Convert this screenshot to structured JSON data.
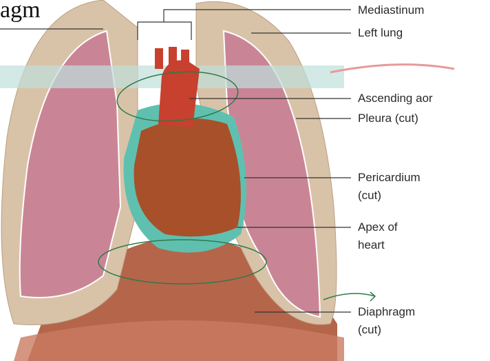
{
  "handwritten_fragment": "agm",
  "labels": {
    "mediastinum": "Mediastinum",
    "left_lung": "Left lung",
    "ascending_aorta": "Ascending aor",
    "pleura": "Pleura (cut)",
    "pericardium_1": "Pericardium",
    "pericardium_2": "(cut)",
    "apex_1": "Apex of",
    "apex_2": "heart",
    "diaphragm_1": "Diaphragm",
    "diaphragm_2": "(cut)"
  },
  "colors": {
    "pleura": "#d9c3a8",
    "lung": "#c98596",
    "heart": "#a8502a",
    "pericardium": "#5fc0b0",
    "diaphragm": "#b5654a",
    "annotation_ink": "#2e7a4a"
  }
}
